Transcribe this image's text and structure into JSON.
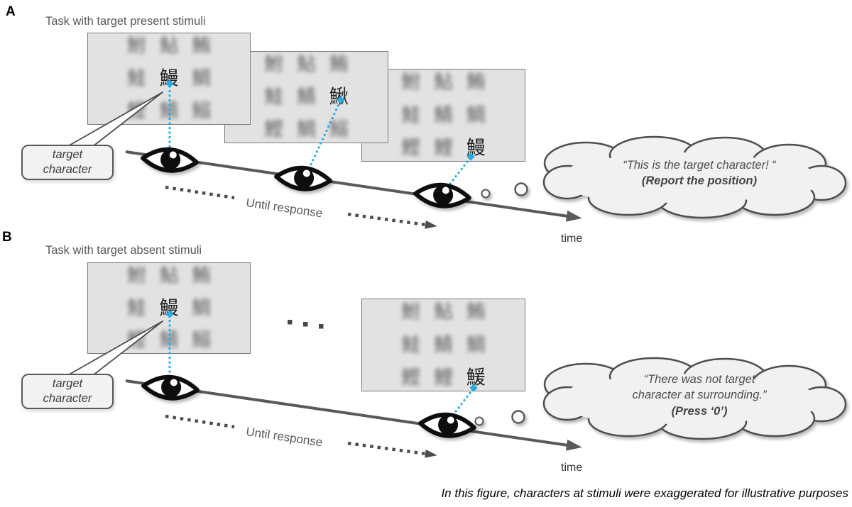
{
  "target_character": "鰻",
  "colors": {
    "gaze_blue": "#29abe2",
    "line_gray": "#595959",
    "screen_fill": "#e2e2e2",
    "cloud_fill": "#f1f1f1"
  },
  "panels": [
    {
      "label": "A",
      "title": "Task with target present stimuli",
      "callout": {
        "line1": "target",
        "line2": "character"
      },
      "until_response": "Until response",
      "time": "time",
      "screens": [
        {
          "cells": [
            {
              "char": "鮒",
              "state": "blurred"
            },
            {
              "char": "鮎",
              "state": "blurred"
            },
            {
              "char": "鮪",
              "state": "blurred"
            },
            {
              "char": "鮭",
              "state": "blurred"
            },
            {
              "char": "鰻",
              "state": "clear"
            },
            {
              "char": "鯛",
              "state": "blurred"
            },
            {
              "char": "鰹",
              "state": "blurred"
            },
            {
              "char": "鯖",
              "state": "blurred"
            },
            {
              "char": "鰯",
              "state": "blurred"
            }
          ]
        },
        {
          "cells": [
            {
              "char": "鮒",
              "state": "blurred"
            },
            {
              "char": "鮎",
              "state": "blurred"
            },
            {
              "char": "鮪",
              "state": "blurred"
            },
            {
              "char": "鮭",
              "state": "blurred"
            },
            {
              "char": "鯖",
              "state": "blurred"
            },
            {
              "char": "鰍",
              "state": "clear"
            },
            {
              "char": "鰹",
              "state": "blurred"
            },
            {
              "char": "鯛",
              "state": "blurred"
            },
            {
              "char": "鰯",
              "state": "blurred"
            }
          ]
        },
        {
          "cells": [
            {
              "char": "鮒",
              "state": "blurred"
            },
            {
              "char": "鮎",
              "state": "blurred"
            },
            {
              "char": "鮪",
              "state": "blurred"
            },
            {
              "char": "鮭",
              "state": "blurred"
            },
            {
              "char": "鯖",
              "state": "blurred"
            },
            {
              "char": "鯛",
              "state": "blurred"
            },
            {
              "char": "鰹",
              "state": "blurred"
            },
            {
              "char": "鯉",
              "state": "blurred"
            },
            {
              "char": "鰻",
              "state": "clear"
            }
          ]
        }
      ],
      "speech": {
        "line1": "“This is the target character! “",
        "line2": "(Report the position)"
      }
    },
    {
      "label": "B",
      "title": "Task with target absent stimuli",
      "callout": {
        "line1": "target",
        "line2": "character"
      },
      "until_response": "Until response",
      "time": "time",
      "gap_ellipsis": "···",
      "screens": [
        {
          "cells": [
            {
              "char": "鮒",
              "state": "blurred"
            },
            {
              "char": "鮎",
              "state": "blurred"
            },
            {
              "char": "鮪",
              "state": "blurred"
            },
            {
              "char": "鮭",
              "state": "blurred"
            },
            {
              "char": "鰻",
              "state": "clear"
            },
            {
              "char": "鯛",
              "state": "blurred"
            },
            {
              "char": "鰹",
              "state": "blurred"
            },
            {
              "char": "鯖",
              "state": "blurred"
            },
            {
              "char": "鰯",
              "state": "blurred"
            }
          ]
        },
        {
          "cells": [
            {
              "char": "鮒",
              "state": "blurred"
            },
            {
              "char": "鮎",
              "state": "blurred"
            },
            {
              "char": "鮪",
              "state": "blurred"
            },
            {
              "char": "鮭",
              "state": "blurred"
            },
            {
              "char": "鯖",
              "state": "blurred"
            },
            {
              "char": "鯛",
              "state": "blurred"
            },
            {
              "char": "鰹",
              "state": "blurred"
            },
            {
              "char": "鯉",
              "state": "blurred"
            },
            {
              "char": "鰀",
              "state": "clear"
            }
          ]
        }
      ],
      "speech": {
        "line1": "“There was not target",
        "line2": "character at surrounding.”",
        "line3": "(Press ‘0’)"
      }
    }
  ],
  "footnote": "In this figure, characters at stimuli were exaggerated for illustrative purposes"
}
